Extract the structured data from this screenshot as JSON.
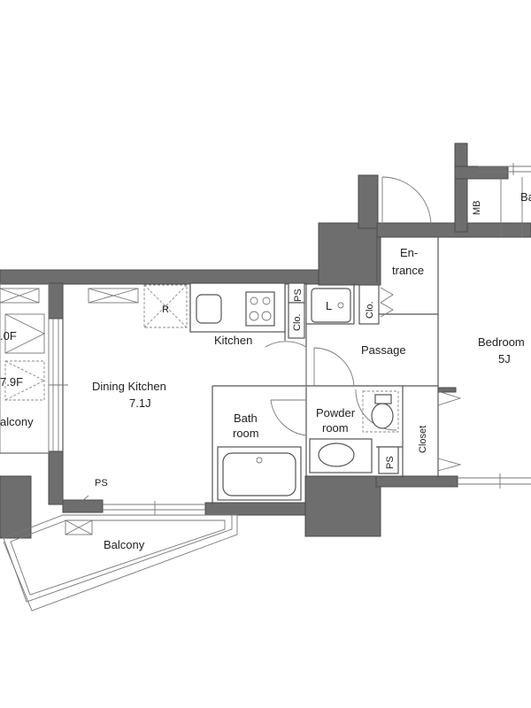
{
  "rooms": {
    "entrance_line1": "En-",
    "entrance_line2": "trance",
    "bedroom_name": "Bedroom",
    "bedroom_size": "5J",
    "passage": "Passage",
    "kitchen": "Kitchen",
    "dining_name": "Dining Kitchen",
    "dining_size": "7.1J",
    "bath_line1": "Bath",
    "bath_line2": "room",
    "powder_line1": "Powder",
    "powder_line2": "room",
    "closet": "Closet",
    "balcony_left": "alcony",
    "balcony_bottom": "Balcony",
    "balcony_top_right": "Ba"
  },
  "fixtures": {
    "mb": "MB",
    "ps_kitchen": "PS",
    "ps_balcony": "PS",
    "ps_powder": "PS",
    "clo_entrance": "Clo.",
    "clo_kitchen": "Clo.",
    "laundry": "L",
    "refrigerator": "R",
    "floor_label_a": ".0F",
    "floor_label_b": "7.9F"
  }
}
